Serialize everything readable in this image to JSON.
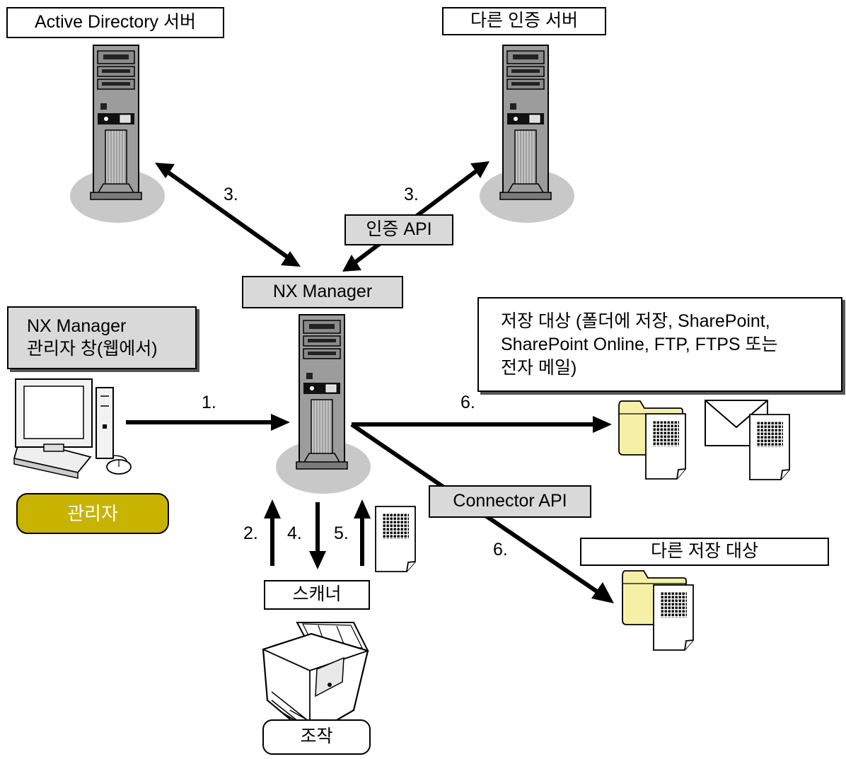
{
  "labels": {
    "ad_server": "Active Directory 서버",
    "other_auth_server": "다른 인증 서버",
    "auth_api": "인증 API",
    "nx_manager": "NX Manager",
    "admin_window_line1": "NX Manager",
    "admin_window_line2": "관리자 창(웹에서)",
    "admin": "관리자",
    "destination_line1": "저장 대상 (폴더에 저장, SharePoint,",
    "destination_line2": "SharePoint Online, FTP, FTPS 또는",
    "destination_line3": "전자 메일)",
    "connector_api": "Connector API",
    "other_destination": "다른 저장 대상",
    "scanner": "스캐너",
    "operation": "조작"
  },
  "steps": {
    "ad": "3.",
    "other_auth": "3.",
    "admin": "1.",
    "scan_request": "2.",
    "scan_settings": "4.",
    "scan_data": "5.",
    "destination": "6.",
    "other_destination": "6."
  },
  "colors": {
    "admin_fill": "#c7b300",
    "folder_fill": "#f5f0a6",
    "label_gray": "#d9d9d9",
    "server_gray": "#9a9a9a",
    "shadow_gray": "#c8c8c8"
  }
}
